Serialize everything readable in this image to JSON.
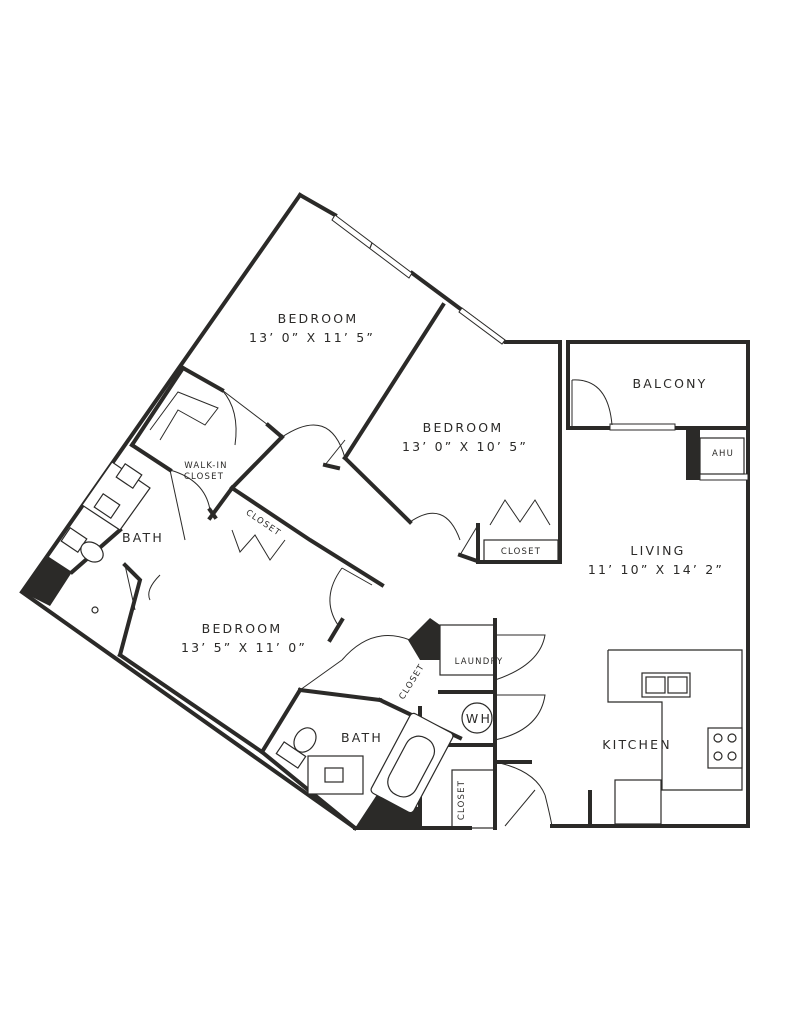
{
  "rooms": {
    "bedroom_top": {
      "name": "BEDROOM",
      "dims": "13’ 0” X 11’ 5”"
    },
    "bedroom_mid": {
      "name": "BEDROOM",
      "dims": "13’ 0” X 10’ 5”"
    },
    "bedroom_low": {
      "name": "BEDROOM",
      "dims": "13’ 5” X 11’ 0”"
    },
    "living": {
      "name": "LIVING",
      "dims": "11’ 10” X 14’ 2”"
    },
    "balcony": {
      "name": "BALCONY"
    },
    "kitchen": {
      "name": "KITCHEN"
    },
    "bath_left": {
      "name": "BATH"
    },
    "bath_center": {
      "name": "BATH"
    },
    "walk_in_closet": {
      "line1": "WALK-IN",
      "line2": "CLOSET"
    }
  },
  "labels": {
    "closet_a": "CLOSET",
    "closet_b": "CLOSET",
    "closet_c": "CLOSET",
    "closet_d": "CLOSET",
    "laundry": "LAUNDRY",
    "water_heater": "WH",
    "ahu": "AHU"
  },
  "colors": {
    "wall": "#2b2a28",
    "background": "#ffffff"
  }
}
